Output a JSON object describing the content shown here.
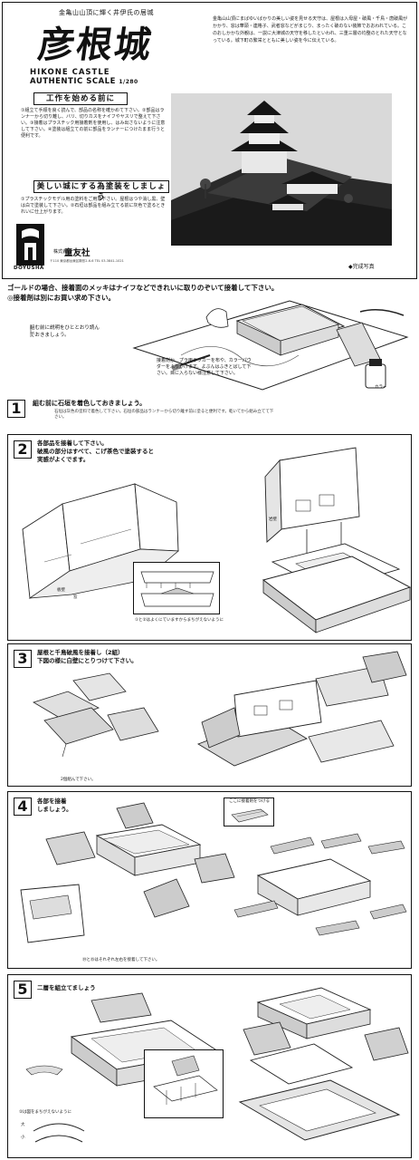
{
  "header": {
    "tagline": "金亀山山頂に輝く井伊氏の居城",
    "title_jp": "彦根城",
    "title_en_line1": "HIKONE CASTLE",
    "title_en_line2": "AUTHENTIC SCALE",
    "scale": "1/280",
    "description": "金亀山山頂にまばゆいばかりの美しい姿を見せる天守は、屋根は入母屋・破風・千鳥・唐破風がかかり、窓は華頭・連格子、武者窓などがまじり、まったく破のない装飾でおおわれている。このおしかかな外観は、一説に大津城の天守を移したといわれ、三重三層の均整のとれた天守となっている。城下町の繁栄とともに美しい姿を今に伝えている。"
  },
  "sections": {
    "start_title": "工作を始める前に",
    "start_text": "①組立て手順を良く読んで、部品の名称を確かめて下さい。②部品はランナーから切り離し、バリ、切りカスをナイフやヤスリで整えて下さい。③接着はプラスチック用接着剤を使用し、はみ出さないように注意して下さい。④塗装は組立ての前に部品をランナーにつけたまま行うと便利です。",
    "beauty_title": "美しい城にする為塗装をしましょう",
    "beauty_text": "①プラスチックモデル用の塗料をご用意下さい。屋根はつや消し黒、壁は白で塗装して下さい。②石垣は部品を組み立てる前に灰色で塗るときれいに仕上がります。"
  },
  "brand": {
    "logo_text": "DOYUSHA",
    "maker_label": "株式会社",
    "maker_name": "童友社",
    "fine_print": "〒110 東京都台東区駒形2-6-6 TEL 03-3841-1021",
    "caption": "◆完成写真"
  },
  "intro": {
    "line1": "ゴールドの場合、接着面のメッキはナイフなどできれいに取りのぞいて接着して下さい。",
    "line2": "◎接着剤は別にお買い求め下さい。",
    "note": "組む前に説明をひととおり読んでおきましょう。",
    "brush_note": "接着剤か、プラ用ラッカーを布や、カラーパウダーをふりかけます。よぶんはふきとばして下さい。目に入らない様注意して下さい。",
    "paint_label": "カラー"
  },
  "steps": [
    {
      "number": "1",
      "title": "組む前に石垣を着色しておきましょう。",
      "note": "石垣は灰色の塗料で着色して下さい。石垣の部品はランナーから切り離す前に塗ると便利です。乾いてから組み立てて下さい。"
    },
    {
      "number": "2",
      "title": "各部品を接着して下さい。",
      "subtitle": "破風の部分はすべて、こげ茶色で塗装すると",
      "subtitle2": "実感がよくでます。",
      "note": "①と②はよくにていますからまちがえないように",
      "label_a": "板壁",
      "label_b": "窓",
      "label_c": "岩壁"
    },
    {
      "number": "3",
      "title": "屋根と千鳥破風を接着し（2組）",
      "subtitle": "下図の様に白壁にとりつけて下さい。",
      "note": "2個組んで下さい。"
    },
    {
      "number": "4",
      "title": "各部を接着",
      "subtitle": "しましょう。",
      "inset_label": "ここに接着剤をつける",
      "note": "㉔と㉕はそれぞれ左右を接着して下さい。"
    },
    {
      "number": "5",
      "title": "二層を組立てましょう",
      "note": "②は図をまちがえないように",
      "label_large": "大",
      "label_small": "小"
    }
  ]
}
